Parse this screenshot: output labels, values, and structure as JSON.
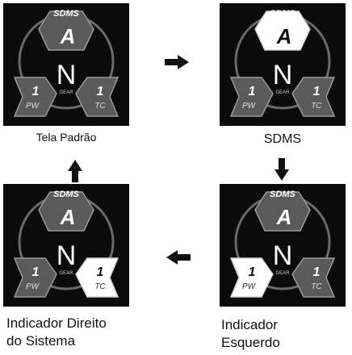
{
  "panels": [
    {
      "id": "default",
      "caption": "Tela Padrão",
      "highlight": "none"
    },
    {
      "id": "sdms",
      "caption": "SDMS",
      "highlight": "top"
    },
    {
      "id": "right",
      "caption_lines": [
        "Indicador Direito",
        "do Sistema"
      ],
      "highlight": "right"
    },
    {
      "id": "left",
      "caption_lines": [
        "Indicador",
        "Esquerdo"
      ],
      "highlight": "left"
    }
  ],
  "display": {
    "sdms_label": "SDMS",
    "mode_value": "A",
    "gear_value": "N",
    "gear_label": "GEAR",
    "left_value": "1",
    "left_label": "PW",
    "right_value": "1",
    "right_label": "TC"
  },
  "colors": {
    "screen_bg": "#0b0b0b",
    "segment_gray": "#5a5a5a",
    "highlight": "#ffffff",
    "arrow": "#111111"
  }
}
